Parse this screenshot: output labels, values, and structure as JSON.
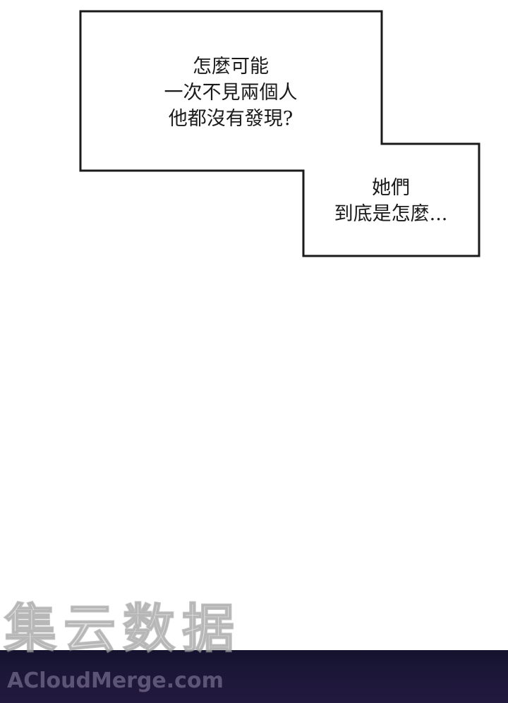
{
  "bubble_one": {
    "lines": [
      "怎麼可能",
      "一次不見兩個人",
      "他都沒有發現?"
    ]
  },
  "bubble_two": {
    "lines": [
      "她們",
      "到底是怎麼..."
    ]
  },
  "watermark": {
    "cjk": "集云数据",
    "latin": "ACloudMerge.com"
  },
  "colors": {
    "band": "#1c1738",
    "outline": "#1a1a1a"
  }
}
